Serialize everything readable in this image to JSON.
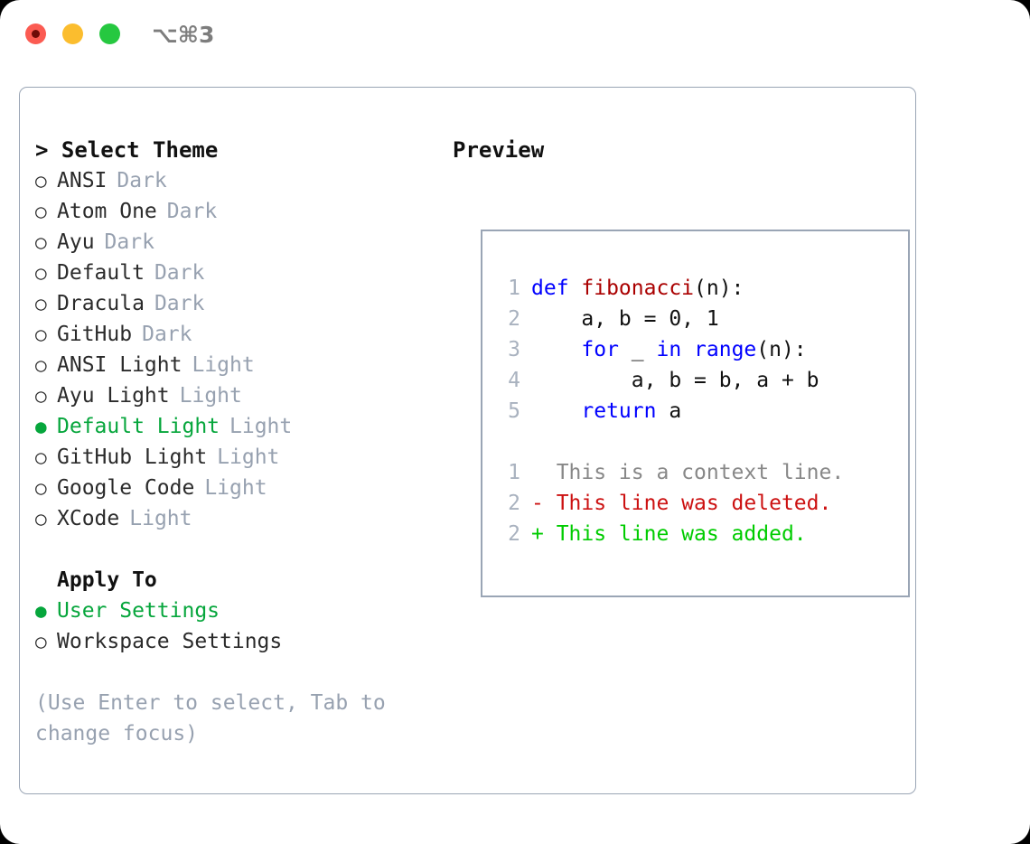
{
  "window": {
    "shortcut_label": "⌥⌘3",
    "traffic_lights": [
      "close",
      "minimize",
      "maximize"
    ]
  },
  "colors": {
    "selected_green": "#06a63c",
    "tag_gray": "#97a1b0",
    "keyword_blue": "#0000ff",
    "function_red": "#aa0000",
    "diff_delete_red": "#cc1111",
    "diff_add_green": "#00cc00",
    "line_number_gray": "#a9b2bf",
    "border_gray": "#9aa5b5"
  },
  "theme_panel": {
    "title": "> Select Theme",
    "items": [
      {
        "bullet": "○",
        "name": "ANSI",
        "tag": "Dark",
        "selected": false
      },
      {
        "bullet": "○",
        "name": "Atom One",
        "tag": "Dark",
        "selected": false
      },
      {
        "bullet": "○",
        "name": "Ayu",
        "tag": "Dark",
        "selected": false
      },
      {
        "bullet": "○",
        "name": "Default",
        "tag": "Dark",
        "selected": false
      },
      {
        "bullet": "○",
        "name": "Dracula",
        "tag": "Dark",
        "selected": false
      },
      {
        "bullet": "○",
        "name": "GitHub",
        "tag": "Dark",
        "selected": false
      },
      {
        "bullet": "○",
        "name": "ANSI Light",
        "tag": "Light",
        "selected": false
      },
      {
        "bullet": "○",
        "name": "Ayu Light",
        "tag": "Light",
        "selected": false
      },
      {
        "bullet": "●",
        "name": "Default Light",
        "tag": "Light",
        "selected": true
      },
      {
        "bullet": "○",
        "name": "GitHub Light",
        "tag": "Light",
        "selected": false
      },
      {
        "bullet": "○",
        "name": "Google Code",
        "tag": "Light",
        "selected": false
      },
      {
        "bullet": "○",
        "name": "XCode",
        "tag": "Light",
        "selected": false
      }
    ]
  },
  "apply_to": {
    "title": "Apply To",
    "options": [
      {
        "bullet": "●",
        "name": "User Settings",
        "selected": true
      },
      {
        "bullet": "○",
        "name": "Workspace Settings",
        "selected": false
      }
    ]
  },
  "hint": "(Use Enter to select, Tab to change focus)",
  "preview": {
    "title": "Preview",
    "code_lines": [
      {
        "number": "1",
        "tokens": [
          {
            "text": "def ",
            "type": "kw"
          },
          {
            "text": "fibonacci",
            "type": "fn"
          },
          {
            "text": "(n):",
            "type": "plain"
          }
        ]
      },
      {
        "number": "2",
        "tokens": [
          {
            "text": "    a, b = 0, 1",
            "type": "plain"
          }
        ]
      },
      {
        "number": "3",
        "tokens": [
          {
            "text": "    ",
            "type": "plain"
          },
          {
            "text": "for",
            "type": "kw"
          },
          {
            "text": " _ ",
            "type": "plain"
          },
          {
            "text": "in range",
            "type": "kw"
          },
          {
            "text": "(n):",
            "type": "plain"
          }
        ]
      },
      {
        "number": "4",
        "tokens": [
          {
            "text": "        a, b = b, a + b",
            "type": "plain"
          }
        ]
      },
      {
        "number": "5",
        "tokens": [
          {
            "text": "    ",
            "type": "plain"
          },
          {
            "text": "return",
            "type": "kw"
          },
          {
            "text": " a",
            "type": "plain"
          }
        ]
      }
    ],
    "diff_lines": [
      {
        "number": "1",
        "text": "  This is a context line.",
        "type": "ctx"
      },
      {
        "number": "2",
        "text": "- This line was deleted.",
        "type": "del"
      },
      {
        "number": "2",
        "text": "+ This line was added.",
        "type": "add"
      }
    ]
  }
}
